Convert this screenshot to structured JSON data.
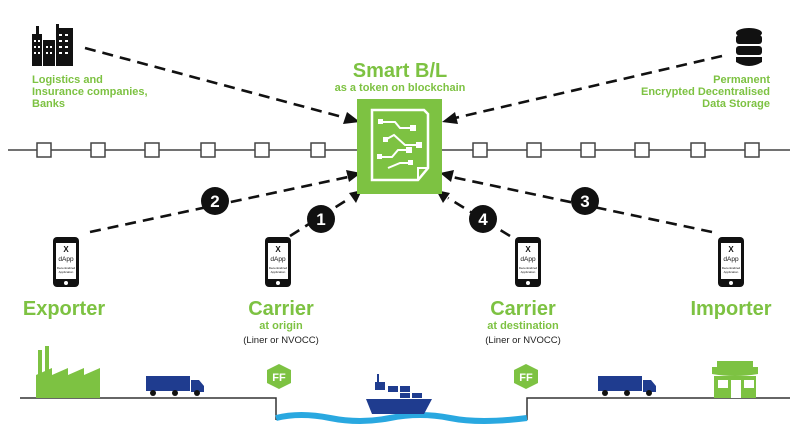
{
  "title": {
    "main": "Smart B/L",
    "sub": "as a token on blockchain"
  },
  "left_top": {
    "line1": "Logistics and",
    "line2": "Insurance companies,",
    "line3": "Banks"
  },
  "right_top": {
    "line1": "Permanent",
    "line2": "Encrypted Decentralised",
    "line3": "Data Storage"
  },
  "parties": [
    {
      "name": "Exporter"
    },
    {
      "name": "Carrier",
      "sub": "at origin",
      "note": "(Liner or NVOCC)"
    },
    {
      "name": "Carrier",
      "sub": "at destination",
      "note": "(Liner or NVOCC)"
    },
    {
      "name": "Importer"
    }
  ],
  "steps": [
    "1",
    "2",
    "3",
    "4"
  ],
  "phone": {
    "app": "dApp",
    "caption1": "Decentralized",
    "caption2": "Application"
  },
  "badge": "FF",
  "colors": {
    "accent": "#7dc242",
    "dark": "#222222",
    "water": "#29a8e0",
    "truck": "#1f3c8f",
    "ship": "#1f3c8f"
  },
  "icons": [
    "buildings-icon",
    "database-icon",
    "smart-document-icon",
    "phone-icon",
    "factory-icon",
    "truck-icon",
    "ship-icon",
    "shop-icon",
    "ff-badge-icon"
  ]
}
